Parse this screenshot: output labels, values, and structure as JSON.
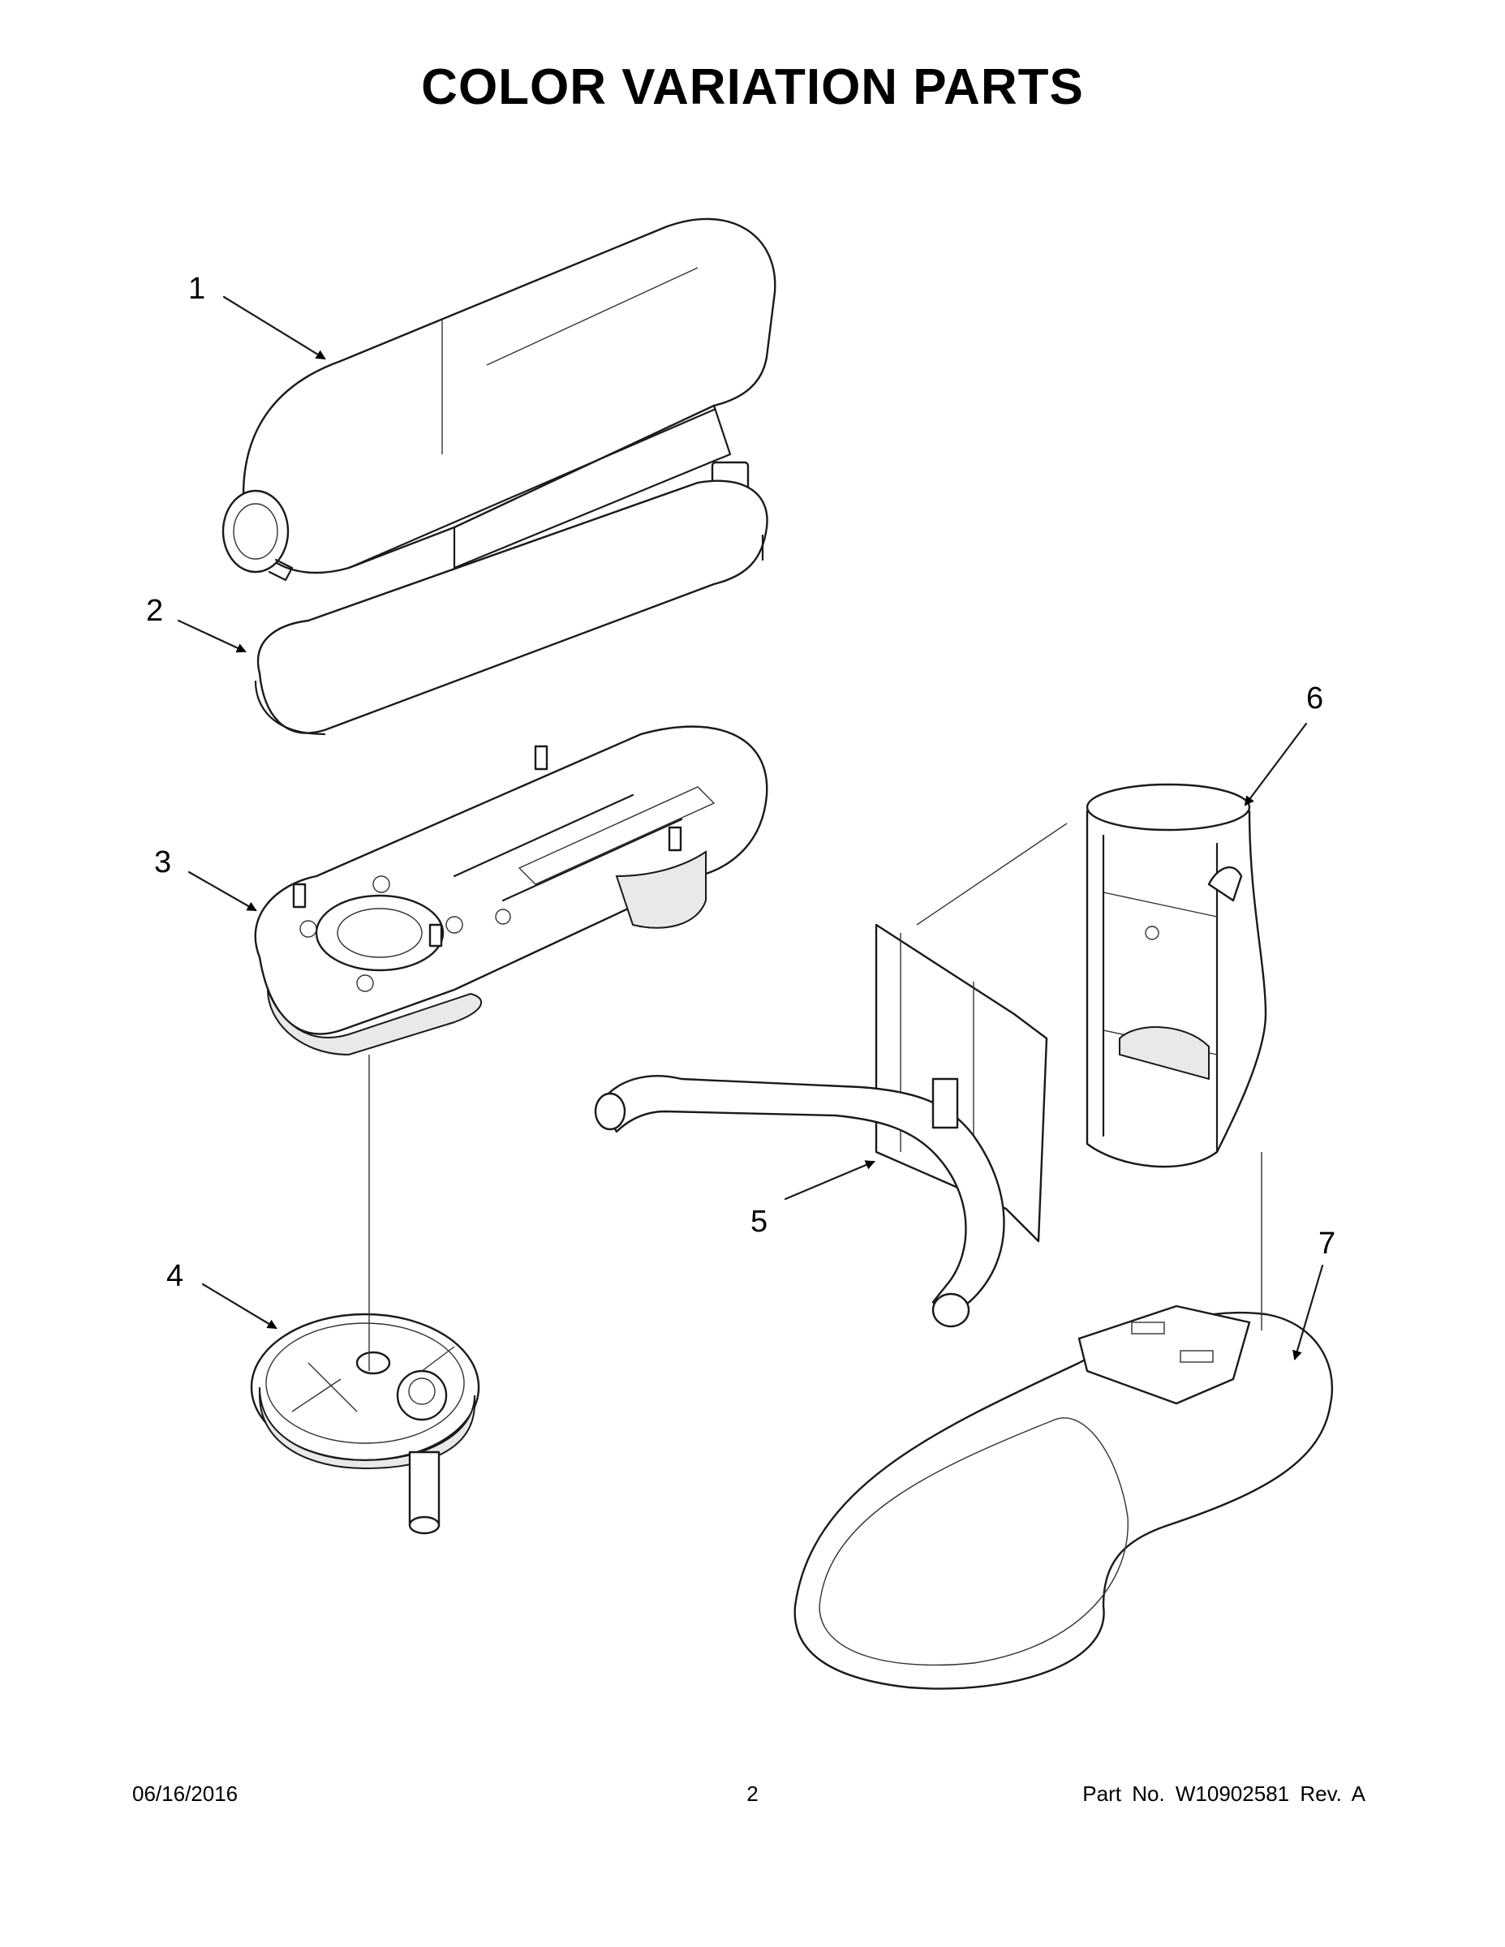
{
  "title": "COLOR VARIATION PARTS",
  "callouts": {
    "c1": "1",
    "c2": "2",
    "c3": "3",
    "c4": "4",
    "c5": "5",
    "c6": "6",
    "c7": "7"
  },
  "footer": {
    "date": "06/16/2016",
    "page": "2",
    "part_no": "Part No.  W10902581  Rev.  A"
  }
}
